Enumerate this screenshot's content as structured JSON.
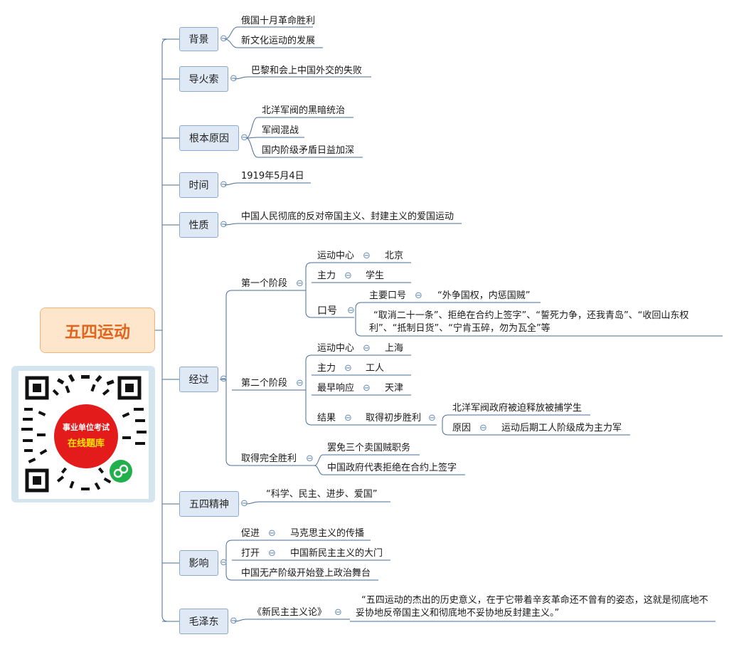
{
  "root": "五四运动",
  "qr": {
    "line1": "事业单位考试",
    "line2": "在线题库",
    "icon": "wechat-miniprogram-icon"
  },
  "collapse_glyph": "⊖",
  "colors": {
    "line": "#4a6d99",
    "node_fill": "#dfe9f5",
    "node_border": "#8eaacb",
    "root_fill": "#fde6cc",
    "root_text": "#e0661d"
  },
  "branches": {
    "bg": {
      "label": "背景",
      "items": [
        "俄国十月革命胜利",
        "新文化运动的发展"
      ]
    },
    "fuse": {
      "label": "导火索",
      "items": [
        "巴黎和会上中国外交的失败"
      ]
    },
    "cause": {
      "label": "根本原因",
      "items": [
        "北洋军阀的黑暗统治",
        "军阀混战",
        "国内阶级矛盾日益加深"
      ]
    },
    "time": {
      "label": "时间",
      "items": [
        "1919年5月4日"
      ]
    },
    "nature": {
      "label": "性质",
      "items": [
        "中国人民彻底的反对帝国主义、封建主义的爱国运动"
      ]
    },
    "process": {
      "label": "经过",
      "stage1": {
        "label": "第一个阶段",
        "center_k": "运动中心",
        "center_v": "北京",
        "main_k": "主力",
        "main_v": "学生",
        "slogan": "口号",
        "slogan_main_k": "主要口号",
        "slogan_main_v": "“外争国权，内惩国贼”",
        "slogan_more": "“取消二十一条”、拒绝在合约上签字”、“誓死力争，还我青岛”、“收回山东权利”、“抵制日货”、“宁肯玉碎，勿为瓦全”等"
      },
      "stage2": {
        "label": "第二个阶段",
        "center_k": "运动中心",
        "center_v": "上海",
        "main_k": "主力",
        "main_v": "工人",
        "first_k": "最早响应",
        "first_v": "天津",
        "result_k": "结果",
        "result_v": "取得初步胜利",
        "result_a": "北洋军阀政府被迫释放被捕学生",
        "reason_k": "原因",
        "reason_v": "运动后期工人阶级成为主力军"
      },
      "stage3": {
        "label": "取得完全胜利",
        "items": [
          "罢免三个卖国贼职务",
          "中国政府代表拒绝在合约上签字"
        ]
      }
    },
    "spirit": {
      "label": "五四精神",
      "items": [
        "“科学、民主、进步、爱国”"
      ]
    },
    "impact": {
      "label": "影响",
      "a_k": "促进",
      "a_v": "马克思主义的传播",
      "b_k": "打开",
      "b_v": "中国新民主主义的大门",
      "c": "中国无产阶级开始登上政治舞台"
    },
    "mao": {
      "label": "毛泽东",
      "k": "《新民主主义论》",
      "v": "“五四运动的杰出的历史意义，在于它带着辛亥革命还不曾有的姿态，这就是彻底地不妥协地反帝国主义和彻底地不妥协地反封建主义。”"
    }
  }
}
